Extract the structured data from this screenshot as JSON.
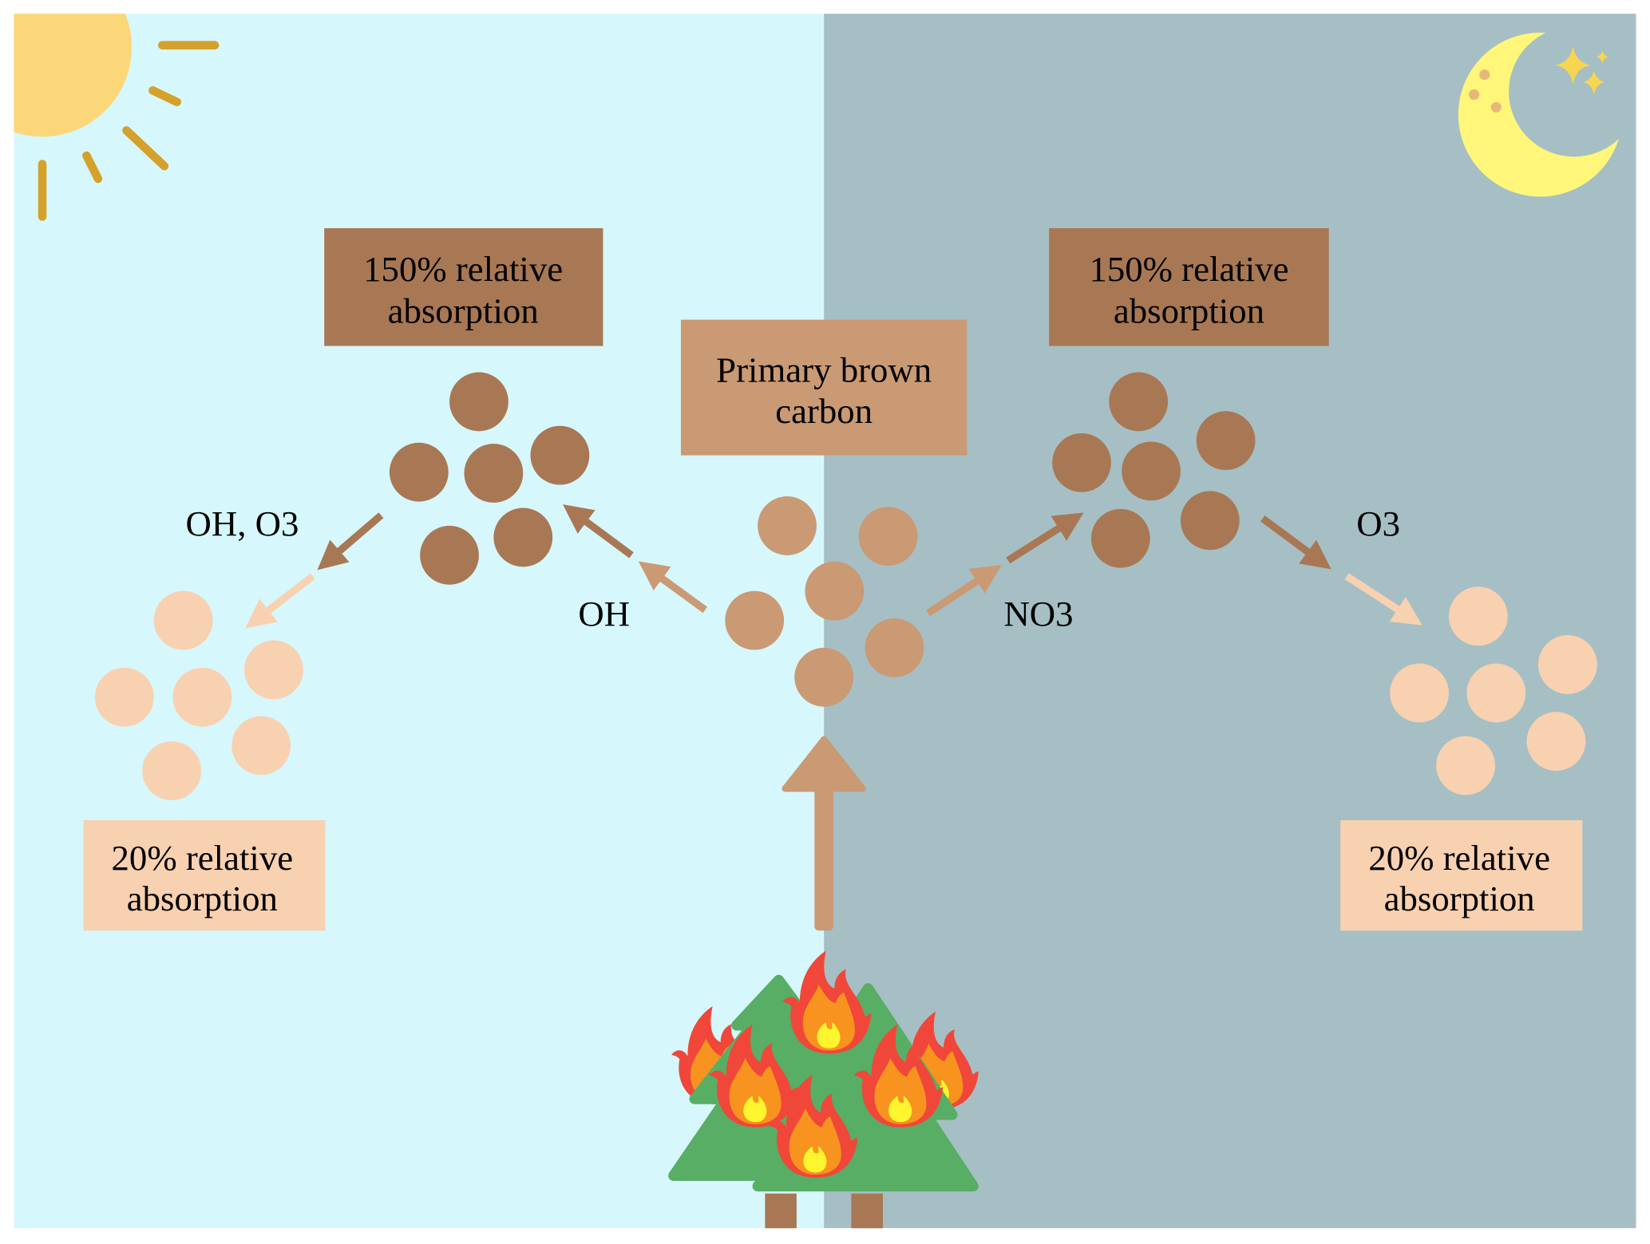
{
  "colors": {
    "day_background": "#d6f7fc",
    "night_background": "#a6bfc4",
    "aged_dark_brown_carbon": "#a87854",
    "primary_brown_carbon": "#c99a74",
    "bleached_brown_carbon": "#f8d1b1",
    "sun": "#fcd77a",
    "moon": "#fff67a",
    "tree": "#58ae64"
  },
  "icons": [
    "sun-icon",
    "moon-with-stars-icon",
    "burning-trees-icon"
  ],
  "center_box": {
    "line1": "Primary brown",
    "line2": "carbon"
  },
  "day": {
    "box_dark": {
      "line1": "150% relative",
      "line2": "absorption"
    },
    "box_light": {
      "line1": "20% relative",
      "line2": "absorption"
    },
    "oxidant_primary": "OH",
    "oxidant_secondary": "OH, O3"
  },
  "night": {
    "box_dark": {
      "line1": "150% relative",
      "line2": "absorption"
    },
    "box_light": {
      "line1": "20% relative",
      "line2": "absorption"
    },
    "oxidant_primary": "NO3",
    "oxidant_secondary": "O3"
  }
}
